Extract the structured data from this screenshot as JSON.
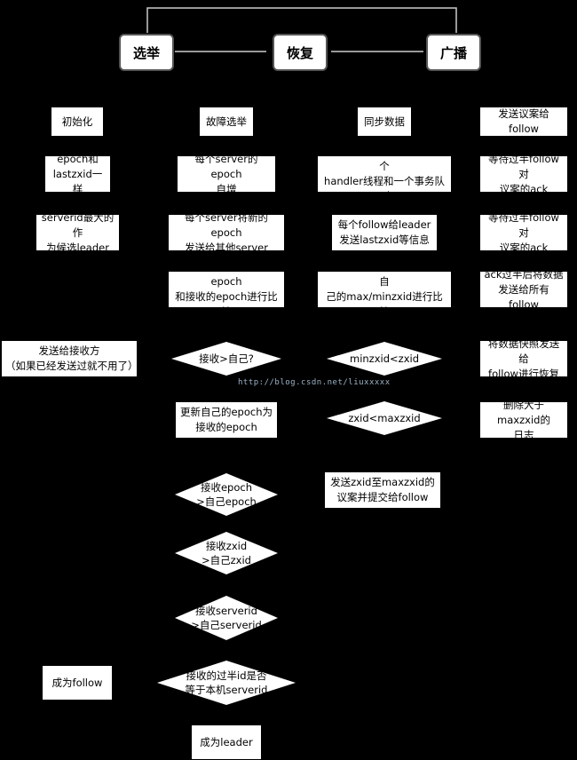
{
  "headers": {
    "election": "选举",
    "recovery": "恢复",
    "broadcast": "广播"
  },
  "election_col": {
    "init": "初始化",
    "epoch_same": [
      "epoch和",
      "lastzxid一样"
    ],
    "serverid": [
      "serverid最大的作",
      "为候选leader"
    ],
    "send_receiver": [
      "发送给接收方",
      "（如果已经发送过就不用了）"
    ],
    "become_follow": "成为follow"
  },
  "fault_col": {
    "title": "故障选举",
    "epoch_inc": [
      "每个server的epoch",
      "自增"
    ],
    "send_epoch": [
      "每个server将新的epoch",
      "发送给其他server"
    ],
    "compare_epoch": [
      "每个server将新的epoch",
      "和接收的epoch进行比较"
    ],
    "d_recv_self": [
      "接收>自己?"
    ],
    "update_epoch": [
      "更新自己的epoch为",
      "接收的epoch"
    ],
    "d_recv_epoch": [
      "接收epoch",
      ">自己epoch"
    ],
    "d_recv_zxid": [
      "接收zxid",
      ">自己zxid"
    ],
    "d_recv_serverid": [
      "接收serverid",
      ">自己serverid"
    ],
    "d_majority": [
      "接收的过半id是否",
      "等于本机serverid"
    ],
    "become_leader": "成为leader"
  },
  "sync_col": {
    "title": "同步数据",
    "leader_handler": [
      "leader给每个follow建立一个",
      "handler线程和一个事务队列"
    ],
    "follow_send": [
      "每个follow给leader",
      "发送lastzxid等信息"
    ],
    "leader_compare": [
      "leader将收到的lastzxid和自",
      "己的max/minzxid进行比较"
    ],
    "d_min": [
      "minzxid<zxid"
    ],
    "d_max": [
      "zxid<maxzxid"
    ],
    "send_proposal": [
      "发送zxid至maxzxid的",
      "议案并提交给follow"
    ]
  },
  "broadcast_col": {
    "send_proposal": "发送议案给follow",
    "wait_ack1": [
      "等待过半follow对",
      "议案的ack"
    ],
    "wait_ack2": [
      "等待过半follow对",
      "议案的ack"
    ],
    "ack_send": [
      "ack过半后将数据",
      "发送给所有follow"
    ],
    "snapshot": [
      "将数据快照发送给",
      "follow进行恢复"
    ],
    "delete_log": [
      "删除大于maxzxid的",
      "日志"
    ]
  },
  "watermark": "http://blog.csdn.net/liuxxxxx"
}
